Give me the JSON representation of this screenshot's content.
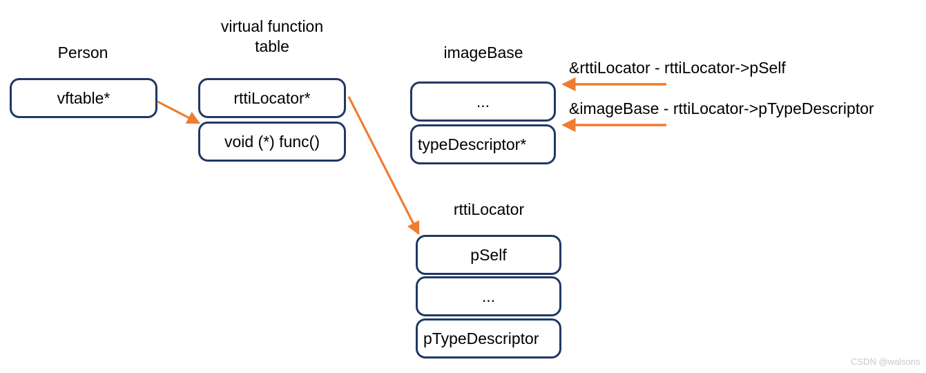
{
  "diagram": {
    "title_text": "",
    "colors": {
      "box_border": "#1F3864",
      "arrow": "#ED7D31",
      "text": "#000000",
      "background": "#FFFFFF",
      "watermark": "#C8C8C8"
    },
    "groups": [
      {
        "id": "person",
        "label": "Person",
        "fields": [
          {
            "label": "vftable*"
          }
        ]
      },
      {
        "id": "vftable",
        "label": "virtual function\ntable",
        "fields": [
          {
            "label": "rttiLocator*"
          },
          {
            "label": "void (*) func()"
          }
        ]
      },
      {
        "id": "imagebase",
        "label": "imageBase",
        "fields": [
          {
            "label": "..."
          },
          {
            "label": "typeDescriptor*"
          }
        ]
      },
      {
        "id": "rttilocator",
        "label": "rttiLocator",
        "fields": [
          {
            "label": "pSelf"
          },
          {
            "label": "..."
          },
          {
            "label": "pTypeDescriptor"
          }
        ]
      }
    ],
    "annotations": [
      {
        "id": "annot-pself",
        "text": "&rttiLocator - rttiLocator->pSelf"
      },
      {
        "id": "annot-ptypedescriptor",
        "text": "&imageBase - rttiLocator->pTypeDescriptor"
      }
    ],
    "watermark": "CSDN @walsons"
  }
}
